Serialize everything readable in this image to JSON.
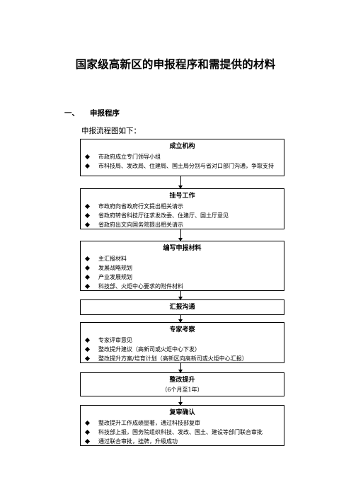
{
  "title": "国家级高新区的申报程序和需提供的材料",
  "section": {
    "number": "一、",
    "heading": "申报程序"
  },
  "intro": "申报流程图如下：",
  "steps": [
    {
      "heading": "成立机构",
      "items": [
        "市政府成立专门领导小组",
        "市科技局、发改局、住建局、国土局分别与省对口部门沟通，争取支持"
      ]
    },
    {
      "heading": "挂号工作",
      "items": [
        "市政府向省政府行文提出相关请示",
        "省政府转省科技厅征求发改委、住建厅、国土厅意见",
        "省政府出文向国务院提出相关请示"
      ]
    },
    {
      "heading": "编写申报材料",
      "items": [
        "主汇报材料",
        "发展战略规划",
        "产业发展规划",
        "科技部、火炬中心要求的附件材料"
      ]
    },
    {
      "heading": "汇报沟通"
    },
    {
      "heading": "专家考察",
      "items": [
        "专家评审意见",
        "整改提升建议（高新司或火炬中心下发）",
        "整改提升方案/培育计划（高新区向高新司或火炬中心汇报）"
      ]
    },
    {
      "heading": "整改提升",
      "sub": "（6个月至1年）"
    },
    {
      "heading": "复审确认",
      "items": [
        "整改提升工作成绩显著，通过科技部复审",
        "科技部上报，国务院组织科技、发改、国土、建设等部门联合审批",
        "通过联合审批，挂牌，升级成功"
      ]
    }
  ]
}
